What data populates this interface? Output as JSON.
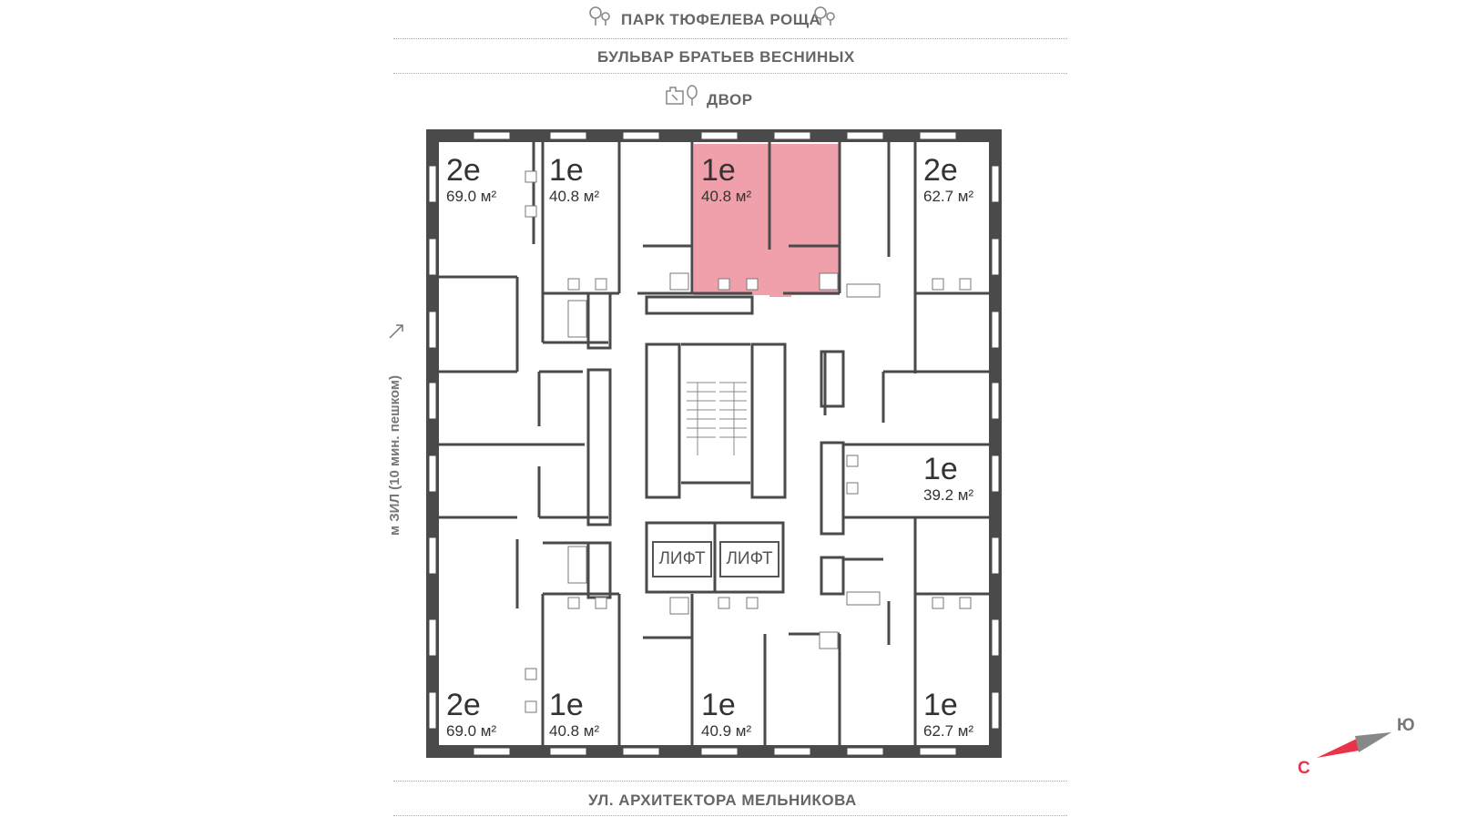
{
  "top_labels": {
    "park": "ПАРК ТЮФЕЛЕВА РОЩА",
    "boulevard": "БУЛЬВАР БРАТЬЕВ ВЕСНИНЫХ",
    "yard": "ДВОР"
  },
  "bottom_label": "УЛ. АРХИТЕКТОРА МЕЛЬНИКОВА",
  "side_label": "м ЗИЛ (10 мин. пешком)",
  "apartments": [
    {
      "type": "2е",
      "area": "69.0 м²"
    },
    {
      "type": "1е",
      "area": "40.8 м²"
    },
    {
      "type": "1е",
      "area": "40.8 м²",
      "highlighted": true
    },
    {
      "type": "2е",
      "area": "62.7 м²"
    },
    {
      "type": "1е",
      "area": "39.2 м²"
    },
    {
      "type": "2е",
      "area": "69.0 м²"
    },
    {
      "type": "1е",
      "area": "40.8 м²"
    },
    {
      "type": "1е",
      "area": "40.9 м²"
    },
    {
      "type": "1е",
      "area": "62.7 м²"
    }
  ],
  "lifts": [
    "ЛИФТ",
    "ЛИФТ"
  ],
  "compass": {
    "north": "С",
    "south": "Ю"
  },
  "colors": {
    "highlight": "#f0a0aa",
    "wall": "#4a4a4a",
    "north": "#e8334a"
  }
}
